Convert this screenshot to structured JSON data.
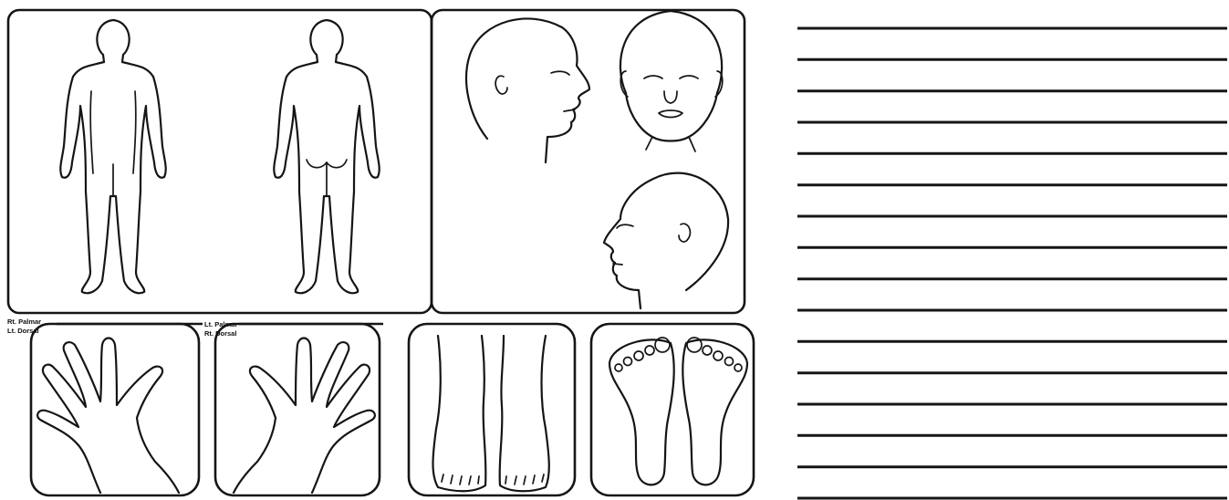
{
  "hand_labels": {
    "left_panel": {
      "line1": "Rt. Palmar",
      "line2": "Lt. Dorsal"
    },
    "right_panel": {
      "line1": "Lt. Palmar",
      "line2": "Rt. Dorsal"
    }
  },
  "note_lines": {
    "count": 16
  },
  "colors": {
    "ink": "#151515",
    "paper": "#ffffff"
  }
}
